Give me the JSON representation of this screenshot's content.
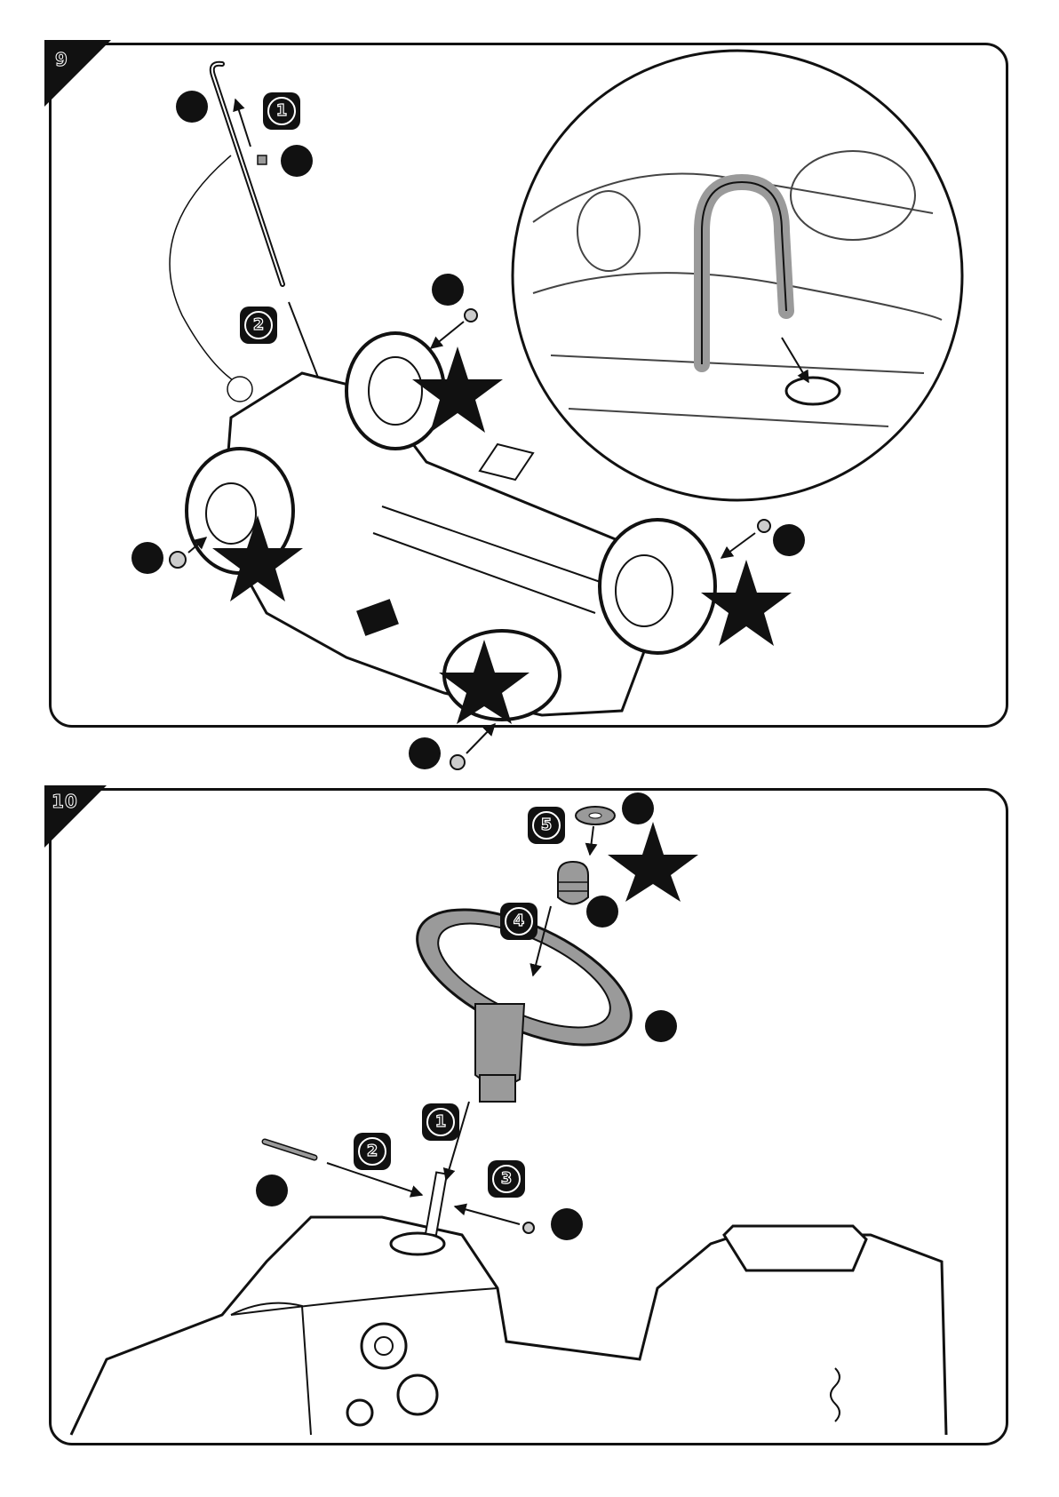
{
  "steps": {
    "step_9": "9",
    "step_10": "10"
  },
  "panel_9": {
    "badges": [
      "1",
      "2"
    ]
  },
  "panel_10": {
    "badges": [
      "1",
      "2",
      "3",
      "4",
      "5"
    ]
  },
  "colors": {
    "ink": "#111111",
    "paper": "#ffffff",
    "part_gray": "#9a9a9a"
  },
  "icons": [
    "star-icon",
    "callout-dot-icon",
    "arrow-icon"
  ]
}
